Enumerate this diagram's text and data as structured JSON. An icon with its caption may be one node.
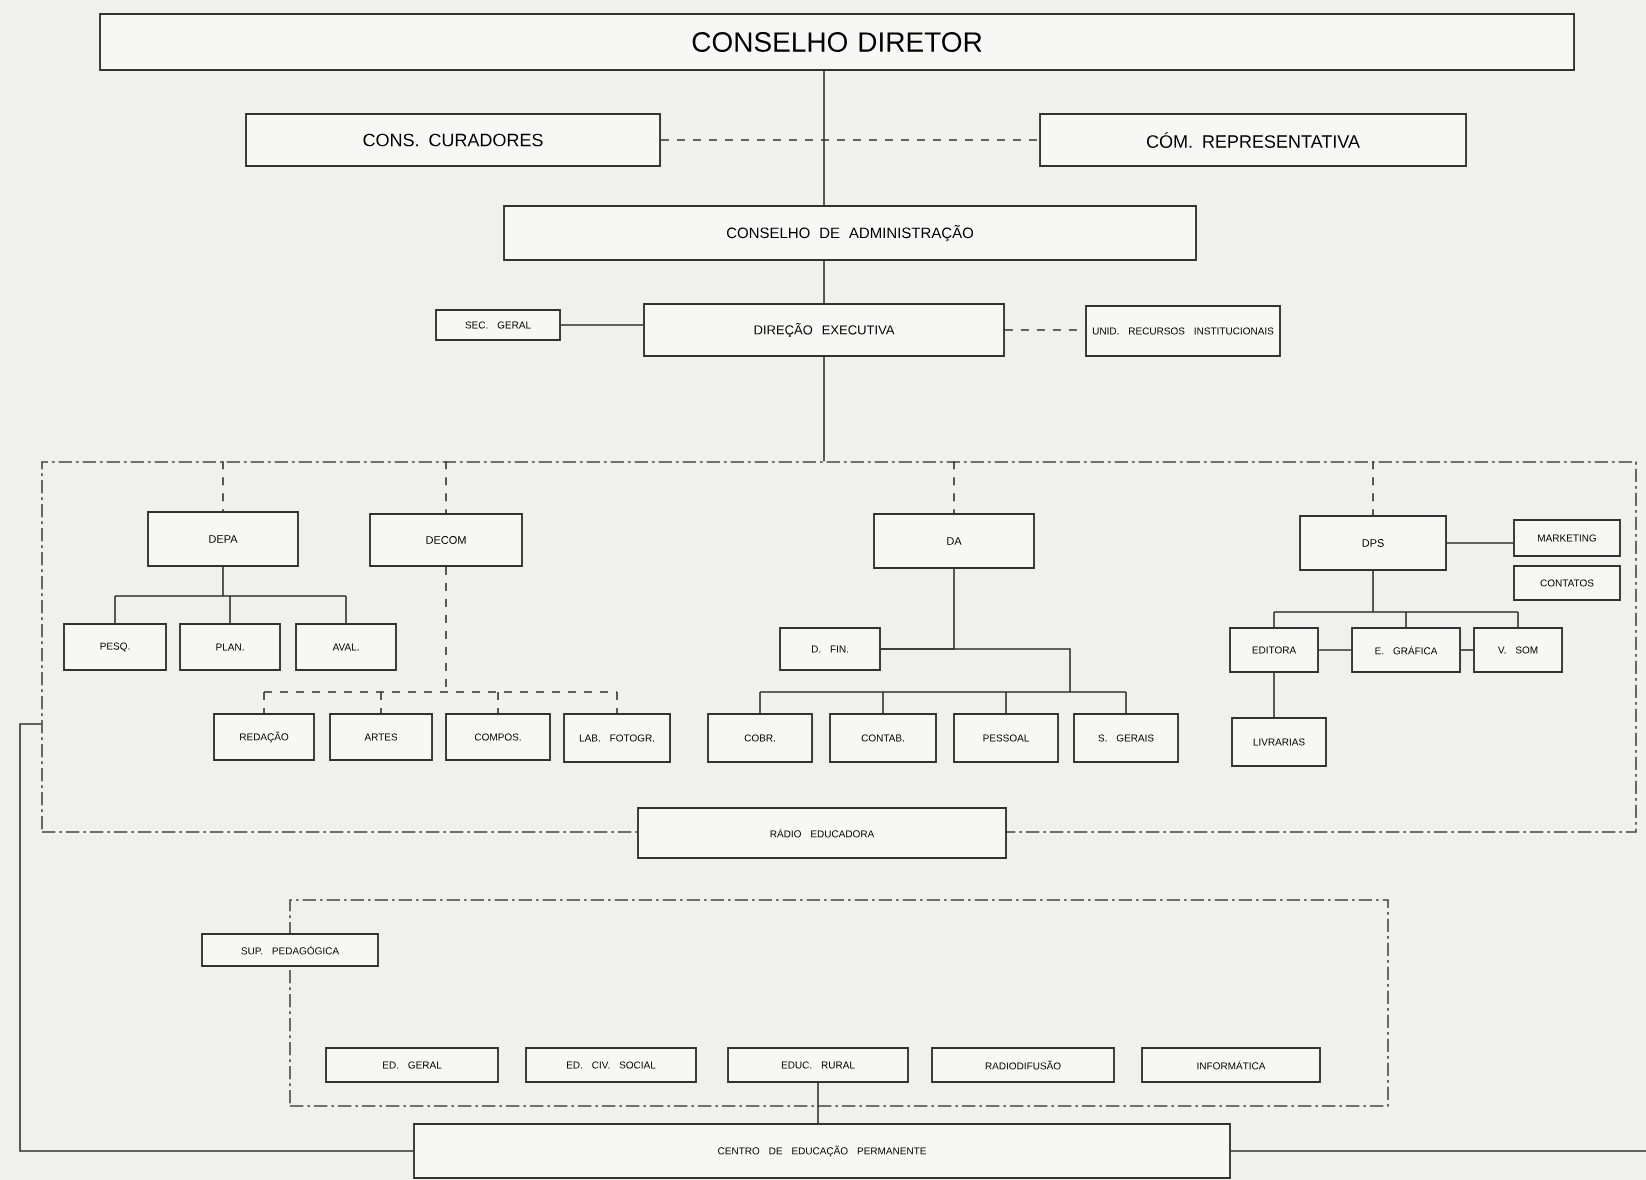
{
  "diagram": {
    "nodes": [
      {
        "text": [
          "CONSELHO DIRETOR"
        ]
      },
      {
        "text": [
          "CONS. CURADORES"
        ]
      },
      {
        "text": [
          "CÓM. REPRESENTATIVA"
        ]
      },
      {
        "text": [
          "CONSELHO DE ADMINISTRAÇÃO"
        ]
      },
      {
        "text": [
          "SEC. GERAL"
        ]
      },
      {
        "text": [
          "DIREÇÃO EXECUTIVA"
        ]
      },
      {
        "text": [
          "UNID. RECURSOS INSTITUCIONAIS"
        ]
      },
      {
        "text": [],
        "shape": "box"
      },
      {
        "text": [
          "DEPA"
        ],
        "in": 7
      },
      {
        "text": [
          "DECOM"
        ],
        "in": 7
      },
      {
        "text": [
          "DA"
        ],
        "in": 7
      },
      {
        "text": [
          "DPS"
        ],
        "in": 7
      },
      {
        "text": [
          "MARKETING"
        ],
        "in": 7
      },
      {
        "text": [
          "CONTATOS"
        ],
        "in": 7
      },
      {
        "text": [
          "PESQ."
        ],
        "in": 7
      },
      {
        "text": [
          "PLAN."
        ],
        "in": 7
      },
      {
        "text": [
          "AVAL."
        ],
        "in": 7
      },
      {
        "text": [
          "D. FIN."
        ],
        "in": 7
      },
      {
        "text": [
          "EDITORA"
        ],
        "in": 7
      },
      {
        "text": [
          "E. GRÁFICA"
        ],
        "in": 7
      },
      {
        "text": [
          "V. SOM"
        ],
        "in": 7
      },
      {
        "text": [
          "REDAÇÃO"
        ],
        "in": 7
      },
      {
        "text": [
          "ARTES"
        ],
        "in": 7
      },
      {
        "text": [
          "COMPOS."
        ],
        "in": 7
      },
      {
        "text": [
          "LAB. FOTOGR."
        ],
        "in": 7
      },
      {
        "text": [
          "COBR."
        ],
        "in": 7
      },
      {
        "text": [
          "CONTAB."
        ],
        "in": 7
      },
      {
        "text": [
          "PESSOAL"
        ],
        "in": 7
      },
      {
        "text": [
          "S. GERAIS"
        ],
        "in": 7
      },
      {
        "text": [
          "LIVRARIAS"
        ],
        "in": 7
      },
      {
        "text": [
          "RÁDIO EDUCADORA"
        ]
      },
      {
        "text": [
          "SUP. PEDAGÓGICA"
        ]
      },
      {
        "text": [],
        "shape": "box"
      },
      {
        "text": [
          "ED. GERAL"
        ],
        "in": 32
      },
      {
        "text": [
          "ED. CIV. SOCIAL"
        ],
        "in": 32
      },
      {
        "text": [
          "EDUC. RURAL"
        ],
        "in": 32
      },
      {
        "text": [
          "RADIODIFUSÃO"
        ],
        "in": 32
      },
      {
        "text": [
          "INFORMÁTICA"
        ],
        "in": 32
      },
      {
        "text": [
          "CENTRO DE EDUCAÇÃO PERMANENTE"
        ]
      }
    ],
    "edges": [
      {
        "from": 0,
        "to": 3,
        "arrow": "none"
      },
      {
        "from": 1,
        "to": 2,
        "arrow": "none",
        "style": "dashed"
      },
      {
        "from": 3,
        "to": 5,
        "arrow": "none"
      },
      {
        "from": 4,
        "to": 5,
        "arrow": "none"
      },
      {
        "from": 5,
        "to": 6,
        "arrow": "none",
        "style": "dashed"
      },
      {
        "from": 5,
        "to": 7,
        "arrow": "none"
      },
      {
        "from": 7,
        "to": 8,
        "arrow": "none",
        "style": "dashed"
      },
      {
        "from": 7,
        "to": 9,
        "arrow": "none",
        "style": "dashed"
      },
      {
        "from": 7,
        "to": 10,
        "arrow": "none",
        "style": "dashed"
      },
      {
        "from": 7,
        "to": 11,
        "arrow": "none",
        "style": "dashed"
      },
      {
        "from": 11,
        "to": 12,
        "arrow": "none"
      },
      {
        "from": 8,
        "to": 14,
        "arrow": "none"
      },
      {
        "from": 8,
        "to": 15,
        "arrow": "none"
      },
      {
        "from": 8,
        "to": 16,
        "arrow": "none"
      },
      {
        "from": 10,
        "to": 17,
        "arrow": "none"
      },
      {
        "from": 11,
        "to": 18,
        "arrow": "none"
      },
      {
        "from": 11,
        "to": 19,
        "arrow": "none"
      },
      {
        "from": 11,
        "to": 20,
        "arrow": "none"
      },
      {
        "from": 18,
        "to": 19,
        "arrow": "none"
      },
      {
        "from": 19,
        "to": 20,
        "arrow": "none"
      },
      {
        "from": 9,
        "to": 21,
        "arrow": "none",
        "style": "dashed"
      },
      {
        "from": 9,
        "to": 22,
        "arrow": "none",
        "style": "dashed"
      },
      {
        "from": 9,
        "to": 23,
        "arrow": "none",
        "style": "dashed"
      },
      {
        "from": 9,
        "to": 24,
        "arrow": "none",
        "style": "dashed"
      },
      {
        "from": 17,
        "to": 25,
        "arrow": "none"
      },
      {
        "from": 17,
        "to": 26,
        "arrow": "none"
      },
      {
        "from": 17,
        "to": 27,
        "arrow": "none"
      },
      {
        "from": 17,
        "to": 28,
        "arrow": "none"
      },
      {
        "from": 18,
        "to": 29,
        "arrow": "none"
      },
      {
        "from": 7,
        "to": 38,
        "arrow": "none"
      },
      {
        "from": 35,
        "to": 38,
        "arrow": "none"
      },
      {
        "from": 38,
        "to": null,
        "arrow": "none"
      }
    ]
  }
}
